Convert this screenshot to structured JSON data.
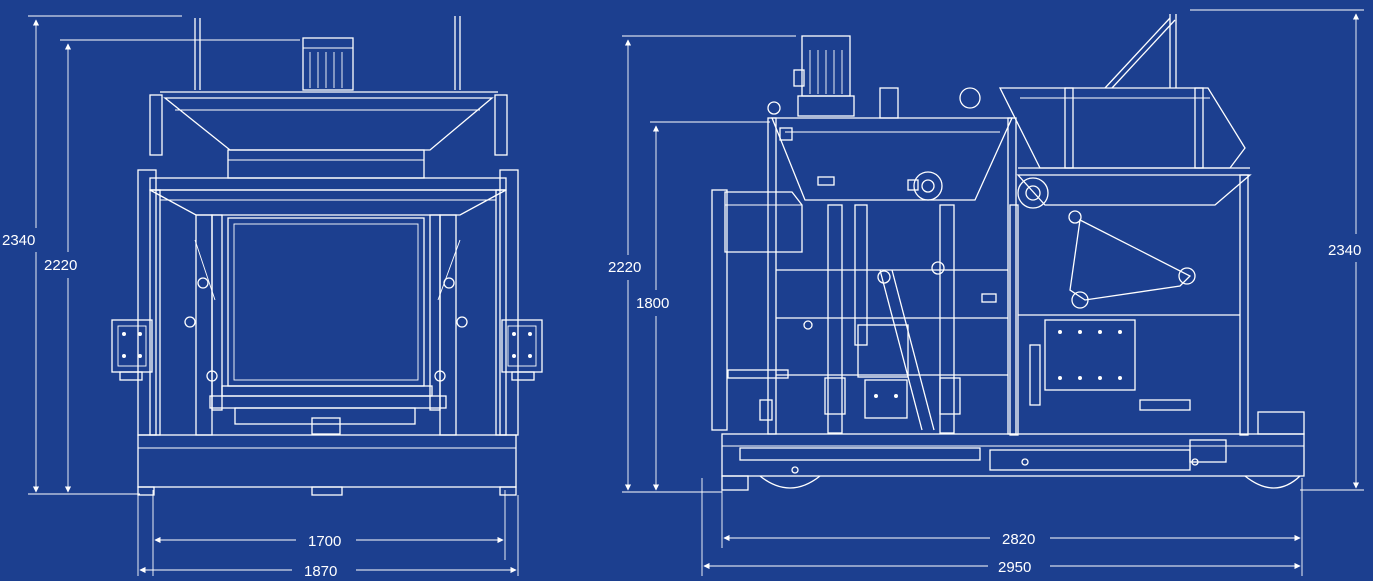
{
  "colors": {
    "background": "#1c3f8f",
    "lines": "#ffffff"
  },
  "front_view": {
    "dims": {
      "height_total": "2340",
      "height_frame": "2220",
      "width_inner": "1700",
      "width_total": "1870"
    }
  },
  "side_view": {
    "dims": {
      "height_frame": "2220",
      "height_inner": "1800",
      "height_total": "2340",
      "length_inner": "2820",
      "length_total": "2950"
    }
  }
}
